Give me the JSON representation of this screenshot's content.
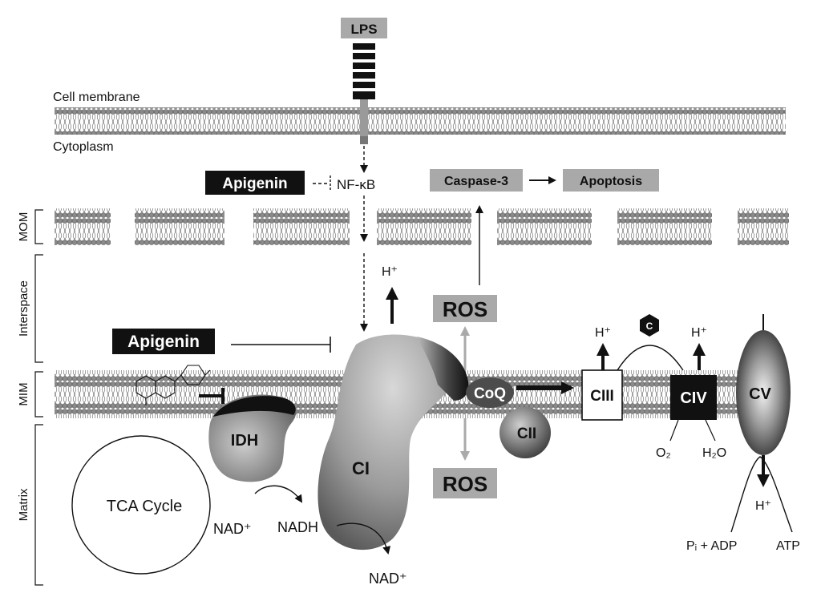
{
  "labels": {
    "lps": "LPS",
    "cell_membrane": "Cell membrane",
    "cytoplasm": "Cytoplasm",
    "apigenin_top": "Apigenin",
    "nfkb": "NF-κB",
    "caspase3": "Caspase-3",
    "apoptosis": "Apoptosis",
    "mom": "MOM",
    "interspace": "Interspace",
    "mim": "MIM",
    "matrix": "Matrix",
    "h_plus_ci": "H⁺",
    "ros_top": "ROS",
    "ros_bottom": "ROS",
    "apigenin_mid": "Apigenin",
    "h_plus_ciii": "H⁺",
    "cyt_c": "C",
    "h_plus_civ": "H⁺",
    "idh": "IDH",
    "ci": "CI",
    "coq": "CoQ",
    "cii": "CII",
    "ciii": "CIII",
    "civ": "CIV",
    "cv": "CV",
    "o2": "O₂",
    "h2o": "H₂O",
    "h_plus_matrix": "H⁺",
    "tca": "TCA Cycle",
    "nad_plus_1": "NAD⁺",
    "nadh": "NADH",
    "nad_plus_2": "NAD⁺",
    "pi_adp": "Pᵢ + ADP",
    "atp": "ATP"
  },
  "colors": {
    "black": "#111111",
    "gray_box": "#a9a9a9",
    "membrane": "#8a8a8a",
    "white": "#ffffff"
  }
}
